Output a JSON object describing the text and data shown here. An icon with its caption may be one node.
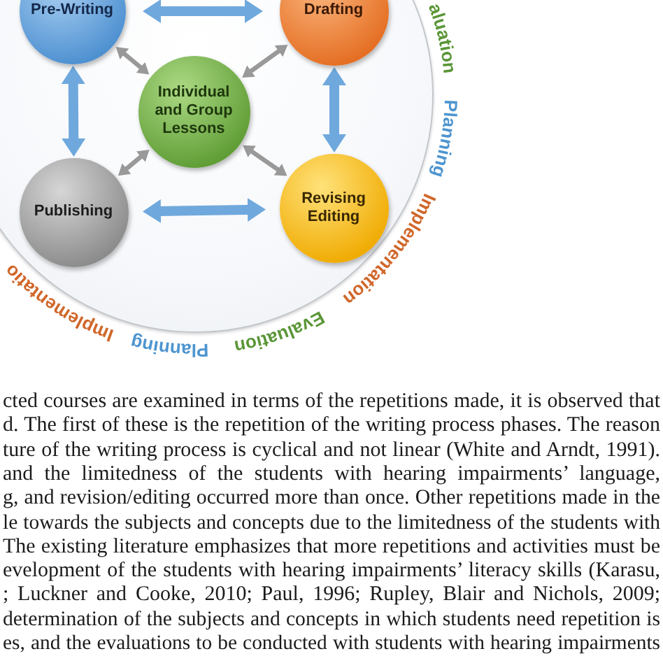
{
  "diagram": {
    "nodes": [
      {
        "text": [],
        "shape": "circle"
      },
      {
        "text": [
          "Pre-Writing"
        ],
        "in": 0
      },
      {
        "text": [
          "Drafting"
        ],
        "in": 0
      },
      {
        "text": [
          "Individual and Group Lessons"
        ],
        "in": 0
      },
      {
        "text": [
          "Publishing"
        ],
        "in": 0
      },
      {
        "text": [
          "Revising Editing"
        ],
        "in": 0
      }
    ],
    "edges": [
      {
        "from": 1,
        "to": 2,
        "arrow": "both",
        "style": "thick"
      },
      {
        "from": 1,
        "to": 3,
        "arrow": "both",
        "color": "#999999"
      },
      {
        "from": 2,
        "to": 3,
        "arrow": "both",
        "color": "#999999"
      },
      {
        "from": 1,
        "to": 4,
        "arrow": "both",
        "style": "thick"
      },
      {
        "from": 2,
        "to": 5,
        "arrow": "both",
        "style": "thick"
      },
      {
        "from": 4,
        "to": 3,
        "arrow": "both",
        "color": "#999999"
      },
      {
        "from": 5,
        "to": 3,
        "arrow": "both",
        "color": "#999999"
      },
      {
        "from": 4,
        "to": 5,
        "arrow": "both",
        "style": "thick"
      }
    ],
    "labels": [
      "aluation",
      "Planning",
      "Implementation",
      "Evaluation",
      "Planning",
      "Implementatio",
      "cted courses are examined in terms of the repetitions made, it is observed that",
      "d. The first of these is the repetition of the writing process phases. The reason",
      "ture of the writing process is cyclical and not linear (White and Arndt, 1991).",
      "and the limitedness of the students with hearing impairments’ language,",
      "g, and revision/editing occurred more than once. Other repetitions made in the",
      "le towards the subjects and concepts due to the limitedness of the students with",
      "The existing literature emphasizes that more repetitions and activities must be",
      "evelopment of the students with hearing impairments’ literacy skills (Karasu,",
      "; Luckner and Cooke, 2010; Paul, 1996; Rupley, Blair and Nichols, 2009;",
      "determination of the subjects and concepts in which students need repetition is",
      "es, and the evaluations to be conducted with students with hearing impairments"
    ]
  }
}
